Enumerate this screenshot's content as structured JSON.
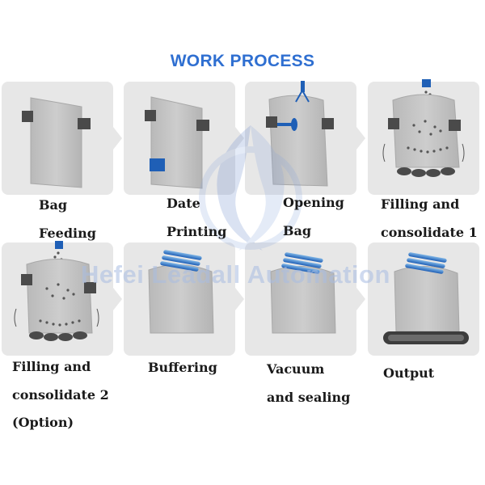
{
  "title": "WORK PROCESS",
  "watermark": "Hefei Leadall Automation",
  "steps": [
    {
      "line1": "Bag",
      "line2": "Feeding",
      "line3": ""
    },
    {
      "line1": "Date",
      "line2": "Printing",
      "line3": ""
    },
    {
      "line1": "Opening",
      "line2": "Bag",
      "line3": ""
    },
    {
      "line1": "Filling and",
      "line2": "consolidate 1",
      "line3": ""
    },
    {
      "line1": "Filling and",
      "line2": "consolidate 2",
      "line3": "(Option)"
    },
    {
      "line1": "Buffering",
      "line2": "",
      "line3": ""
    },
    {
      "line1": "Vacuum",
      "line2": "and sealing",
      "line3": ""
    },
    {
      "line1": "Output",
      "line2": "",
      "line3": ""
    }
  ],
  "colors": {
    "title": "#2f6fd1",
    "card": "#e7e7e7",
    "accent": "#1f5fb6",
    "bag": "#c9c9c9"
  }
}
